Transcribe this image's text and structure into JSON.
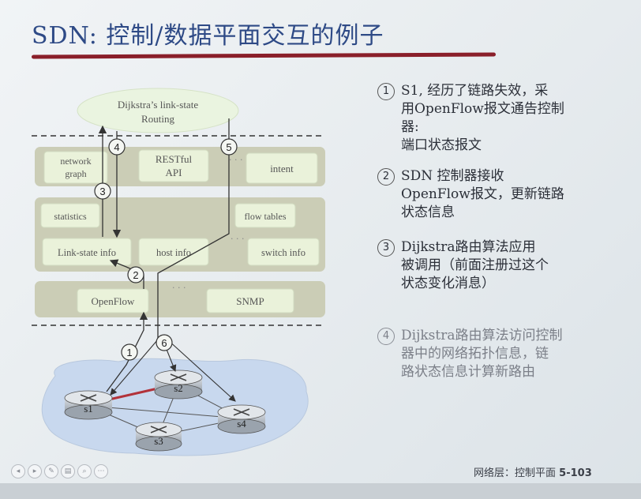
{
  "slide": {
    "title": "SDN: 控制/数据平面交互的例子",
    "footer_label": "网络层：控制平面",
    "page_number": "5-103"
  },
  "diagram": {
    "app_routing_line1": "Dijkstra’s link-state",
    "app_routing_line2": "Routing",
    "box_network_graph_line1": "network",
    "box_network_graph_line2": "graph",
    "box_restful_line1": "RESTful",
    "box_restful_line2": "API",
    "box_intent": "intent",
    "box_statistics": "statistics",
    "box_flow_tables": "flow tables",
    "box_link_state_info": "Link-state info",
    "box_host_info": "host info",
    "box_switch_info": "switch info",
    "box_openflow": "OpenFlow",
    "box_snmp": "SNMP",
    "ellipsis": "· · ·",
    "step_1": "1",
    "step_2": "2",
    "step_3": "3",
    "step_4": "4",
    "step_5": "5",
    "step_6": "6",
    "switch_s1": "s1",
    "switch_s2": "s2",
    "switch_s3": "s3",
    "switch_s4": "s4"
  },
  "bullets": [
    {
      "num": "1",
      "text": "S1, 经历了链路失效，采\n用OpenFlow报文通告控制\n器:\n端口状态报文"
    },
    {
      "num": "2",
      "text": "SDN 控制器接收\nOpenFlow报文，更新链路\n状态信息"
    },
    {
      "num": "3",
      "text": "Dijkstra路由算法应用\n被调用（前面注册过这个\n状态变化消息）"
    },
    {
      "num": "4",
      "text": "Dijkstra路由算法访问控制\n器中的网络拓扑信息，链\n路状态信息计算新路由"
    }
  ],
  "colors": {
    "title": "#2e4a86",
    "underline": "#8a1f2a",
    "layer_band": "#c9cbb5",
    "component_box": "#e9f1d9",
    "cloud": "#c9d9ee",
    "red_link": "#b2323a"
  },
  "icons": [
    "router-icon",
    "toolbar-nav-icons"
  ]
}
